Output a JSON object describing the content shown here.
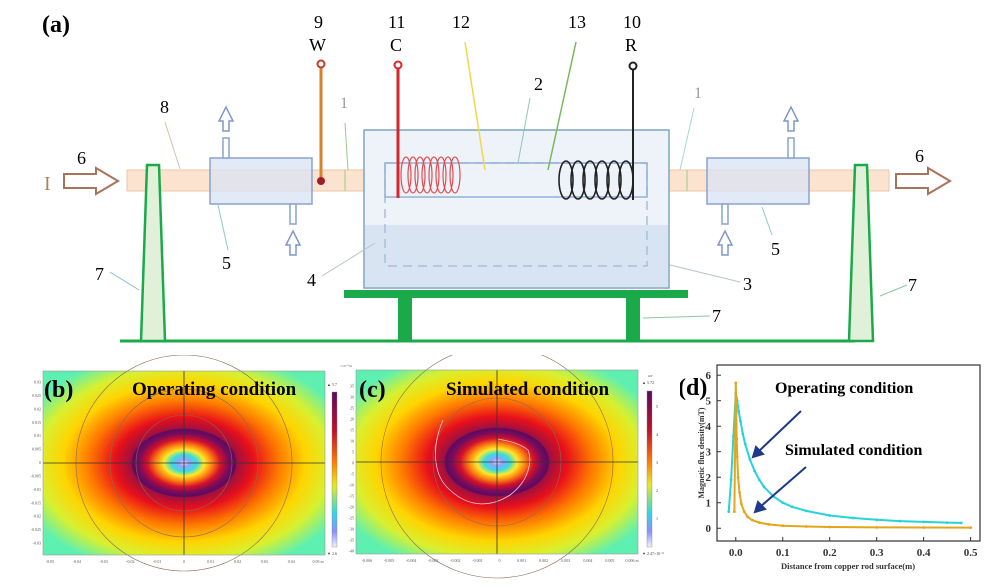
{
  "figure": {
    "panel_a": {
      "label": "(a)",
      "callouts": {
        "n1_left": "1",
        "n1_right": "1",
        "n2": "2",
        "n3": "3",
        "n4": "4",
        "n5_left": "5",
        "n5_right": "5",
        "n6_left": "6",
        "n6_right": "6",
        "n7_left": "7",
        "n7_mid": "7",
        "n7_right": "7",
        "n8": "8",
        "n9": "9",
        "n10": "10",
        "n11": "11",
        "n12": "12",
        "n13": "13"
      },
      "electrodes": {
        "w": "W",
        "c": "C",
        "r": "R"
      },
      "current_label": "I",
      "colors": {
        "rod": "#fbe3cf",
        "support": "#1aaa4a",
        "tank": "#e3ebf6",
        "electrode_w": "#d9822b",
        "electrode_c": "#d9262d",
        "electrode_r": "#222222"
      }
    },
    "panel_b": {
      "label": "(b)",
      "title": "Operating condition",
      "x_ticks": [
        "-0.05",
        "-0.04",
        "-0.03",
        "-0.02",
        "-0.01",
        "0",
        "0.01",
        "0.02",
        "0.03",
        "0.04",
        "0.05 m"
      ],
      "y_ticks": [
        "0.03",
        "0.025",
        "0.02",
        "0.015",
        "0.01",
        "0.005",
        "0",
        "-0.005",
        "-0.01",
        "-0.015",
        "-0.02",
        "-0.025",
        "-0.03"
      ],
      "colorbar_max": "▲ 5.7",
      "colorbar_min": "▼ 2.6",
      "colorbar_ticks": [
        "35",
        "30",
        "25",
        "20",
        "15",
        "10",
        "5",
        "0",
        "-5",
        "-10",
        "-15",
        "-20",
        "-25",
        "-30",
        "-35",
        "-40"
      ]
    },
    "panel_c": {
      "label": "(c)",
      "title": "Simulated condition",
      "x_ticks": [
        "-0.006",
        "-0.005",
        "-0.004",
        "-0.003",
        "-0.002",
        "-0.001",
        "0",
        "0.001",
        "0.002",
        "0.003",
        "0.004",
        "0.005",
        "0.006 m"
      ],
      "y_ticks": [
        "35",
        "30",
        "25",
        "20",
        "15",
        "10",
        "5",
        "0",
        "-5",
        "-10",
        "-15",
        "-20",
        "-25",
        "-30",
        "-35",
        "-40"
      ],
      "y_unit": "×10⁻⁴ m",
      "colorbar_unit": "mT",
      "colorbar_max": "▲ 5.72",
      "colorbar_min": "▼ 2.47×10⁻⁸",
      "colorbar_ticks": [
        "5",
        "4",
        "3",
        "2",
        "1"
      ]
    }
  },
  "chart_data": {
    "type": "line",
    "label": "(d)",
    "title": "",
    "xlabel": "Distance from copper rod surface(m)",
    "ylabel": "Magnetic flux density(mT)",
    "xlim": [
      -0.04,
      0.52
    ],
    "ylim": [
      -0.5,
      6.4
    ],
    "x_ticks": [
      "0.0",
      "0.1",
      "0.2",
      "0.3",
      "0.4",
      "0.5"
    ],
    "y_ticks": [
      "0",
      "1",
      "2",
      "3",
      "4",
      "5",
      "6"
    ],
    "grid": false,
    "annotations": [
      {
        "text": "Operating condition",
        "points_to": "Operating condition"
      },
      {
        "text": "Simulated condition",
        "points_to": "Simulated condition"
      }
    ],
    "series": [
      {
        "name": "Operating condition",
        "color": "#27d3d8",
        "x": [
          -0.015,
          -0.01,
          -0.005,
          0.0,
          0.003,
          0.006,
          0.01,
          0.015,
          0.02,
          0.03,
          0.04,
          0.05,
          0.06,
          0.08,
          0.1,
          0.12,
          0.15,
          0.2,
          0.25,
          0.3,
          0.35,
          0.4,
          0.45,
          0.48
        ],
        "y": [
          0.65,
          1.9,
          3.6,
          5.3,
          5.0,
          4.6,
          4.2,
          3.7,
          3.3,
          2.7,
          2.25,
          1.9,
          1.62,
          1.25,
          1.0,
          0.84,
          0.68,
          0.5,
          0.4,
          0.33,
          0.28,
          0.25,
          0.22,
          0.21
        ]
      },
      {
        "name": "Simulated condition",
        "color": "#e3a61a",
        "x": [
          -0.003,
          0.0,
          0.001,
          0.002,
          0.003,
          0.005,
          0.008,
          0.012,
          0.018,
          0.025,
          0.035,
          0.05,
          0.07,
          0.1,
          0.15,
          0.2,
          0.3,
          0.4,
          0.5
        ],
        "y": [
          0.65,
          5.7,
          4.5,
          3.5,
          2.8,
          2.0,
          1.4,
          0.95,
          0.65,
          0.45,
          0.32,
          0.22,
          0.15,
          0.1,
          0.07,
          0.05,
          0.035,
          0.03,
          0.025
        ]
      }
    ]
  }
}
